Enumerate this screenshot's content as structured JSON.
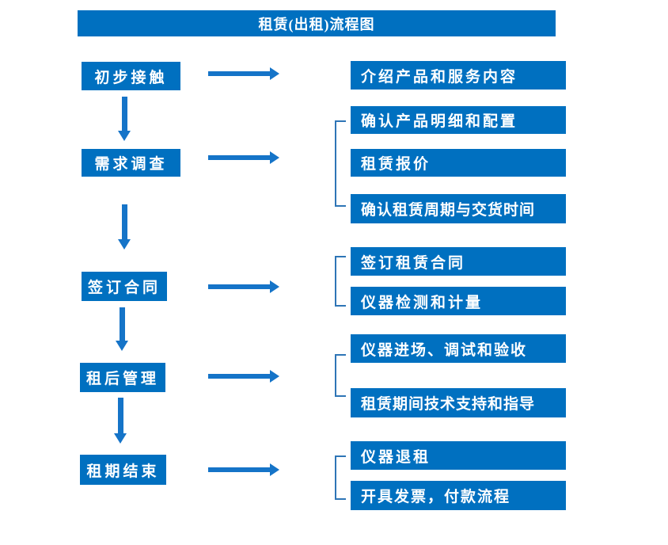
{
  "title": "租赁(出租)流程图",
  "colors": {
    "box_blue": "#0070C0",
    "arrow_blue": "#1574C8",
    "bracket_blue": "#2E75B6",
    "text_white": "#FFFFFF"
  },
  "steps": [
    {
      "label": "初步接触",
      "details": [
        "介绍产品和服务内容"
      ]
    },
    {
      "label": "需求调查",
      "details": [
        "确认产品明细和配置",
        "租赁报价",
        "确认租赁周期与交货时间"
      ]
    },
    {
      "label": "签订合同",
      "details": [
        "签订租赁合同",
        "仪器检测和计量"
      ]
    },
    {
      "label": "租后管理",
      "details": [
        "仪器进场、调试和验收",
        "租赁期间技术支持和指导"
      ]
    },
    {
      "label": "租期结束",
      "details": [
        "仪器退租",
        "开具发票，付款流程"
      ]
    }
  ]
}
